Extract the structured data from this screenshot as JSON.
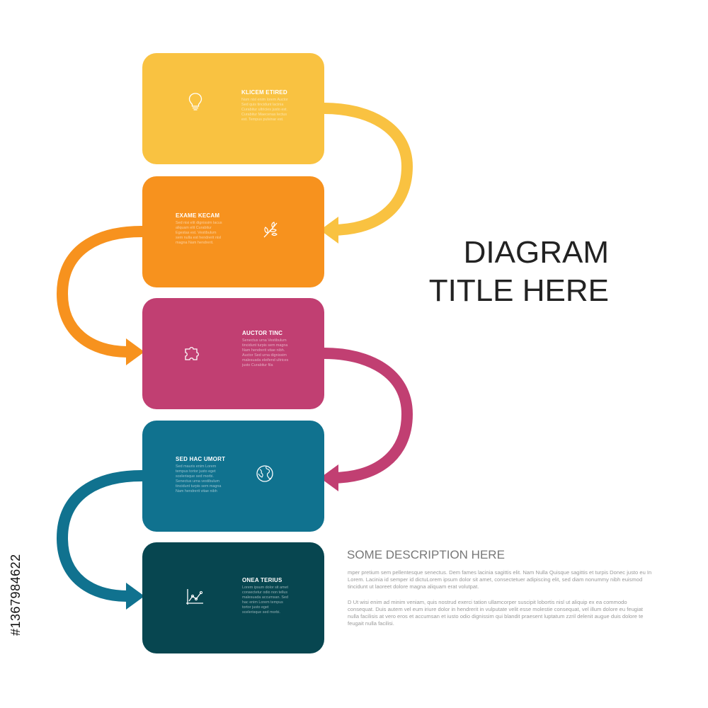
{
  "title": {
    "line1": "DIAGRAM",
    "line2": "TITLE HERE"
  },
  "steps": [
    {
      "color": "#F9C241",
      "title": "KLICEM ETIRED",
      "text": "Nam nisl enim lorem Auctor Sed quis tincidunt lacinia Curabitur ultricies justo est. Curabitur Maecenas lectus est. Tempus pulvinar est.",
      "icon": "lightbulb-icon"
    },
    {
      "color": "#F7921E",
      "title": "EXAME KECAM",
      "text": "Sed nisi elit dignissim lacus aliquam elit Curabitur Egestas est. Vestibulum sem nulla est hendrerit nisl magna Nam hendrerit.",
      "icon": "leaves-icon"
    },
    {
      "color": "#C13F72",
      "title": "AUCTOR TINC",
      "text": "Senectus urna Vestibulum tincidunt turpis sem magna Nam hendrerit vitae nibh. Auctor Sed urna dignissim malesuada eleifend ultrices justo Curabitur fila",
      "icon": "puzzle-icon"
    },
    {
      "color": "#10728F",
      "title": "SED HAC UMORT",
      "text": "Sed mauris enim Lorem tempus tortor justo eget scelerisque sed morbi. Senectus urna vestibulum tincidunt turpis sem magna Nam hendrerit vitae nibh",
      "icon": "globe-icon"
    },
    {
      "color": "#074650",
      "title": "ONEA TERIUS",
      "text": "Lorem ipsum dolor sit amet consectetur odio non tellus malesuada accumsan. Sed hac enim Lorem tempus tortor justo eget scelerisque sed morbi.",
      "icon": "line-chart-icon"
    }
  ],
  "description": {
    "heading": "SOME DESCRIPTION HERE",
    "paragraph1": "mper pretium sem pellentesque senectus. Dem fames lacinia sagittis elit. Nam Nulla Quisque sagittis et turpis Donec justo eu In Lorem. Lacinia id semper id dictuLorem ipsum dolor sit amet, consectetuer adipiscing elit, sed diam nonummy nibh euismod tincidunt ut laoreet dolore magna aliquam erat volutpat.",
    "paragraph2": "D Ut wisi enim ad minim veniam, quis nostrud exerci tation ullamcorper suscipit lobortis nisl ut aliquip ex ea commodo consequat. Duis autem vel eum iriure dolor in hendrerit in vulputate velit esse molestie consequat, vel illum dolore eu feugiat nulla facilisis at vero eros et accumsan et iusto odio dignissim qui blandit praesent luptatum zzril delenit augue duis dolore te feugait nulla facilisi."
  },
  "stock_id": "#1367984622"
}
